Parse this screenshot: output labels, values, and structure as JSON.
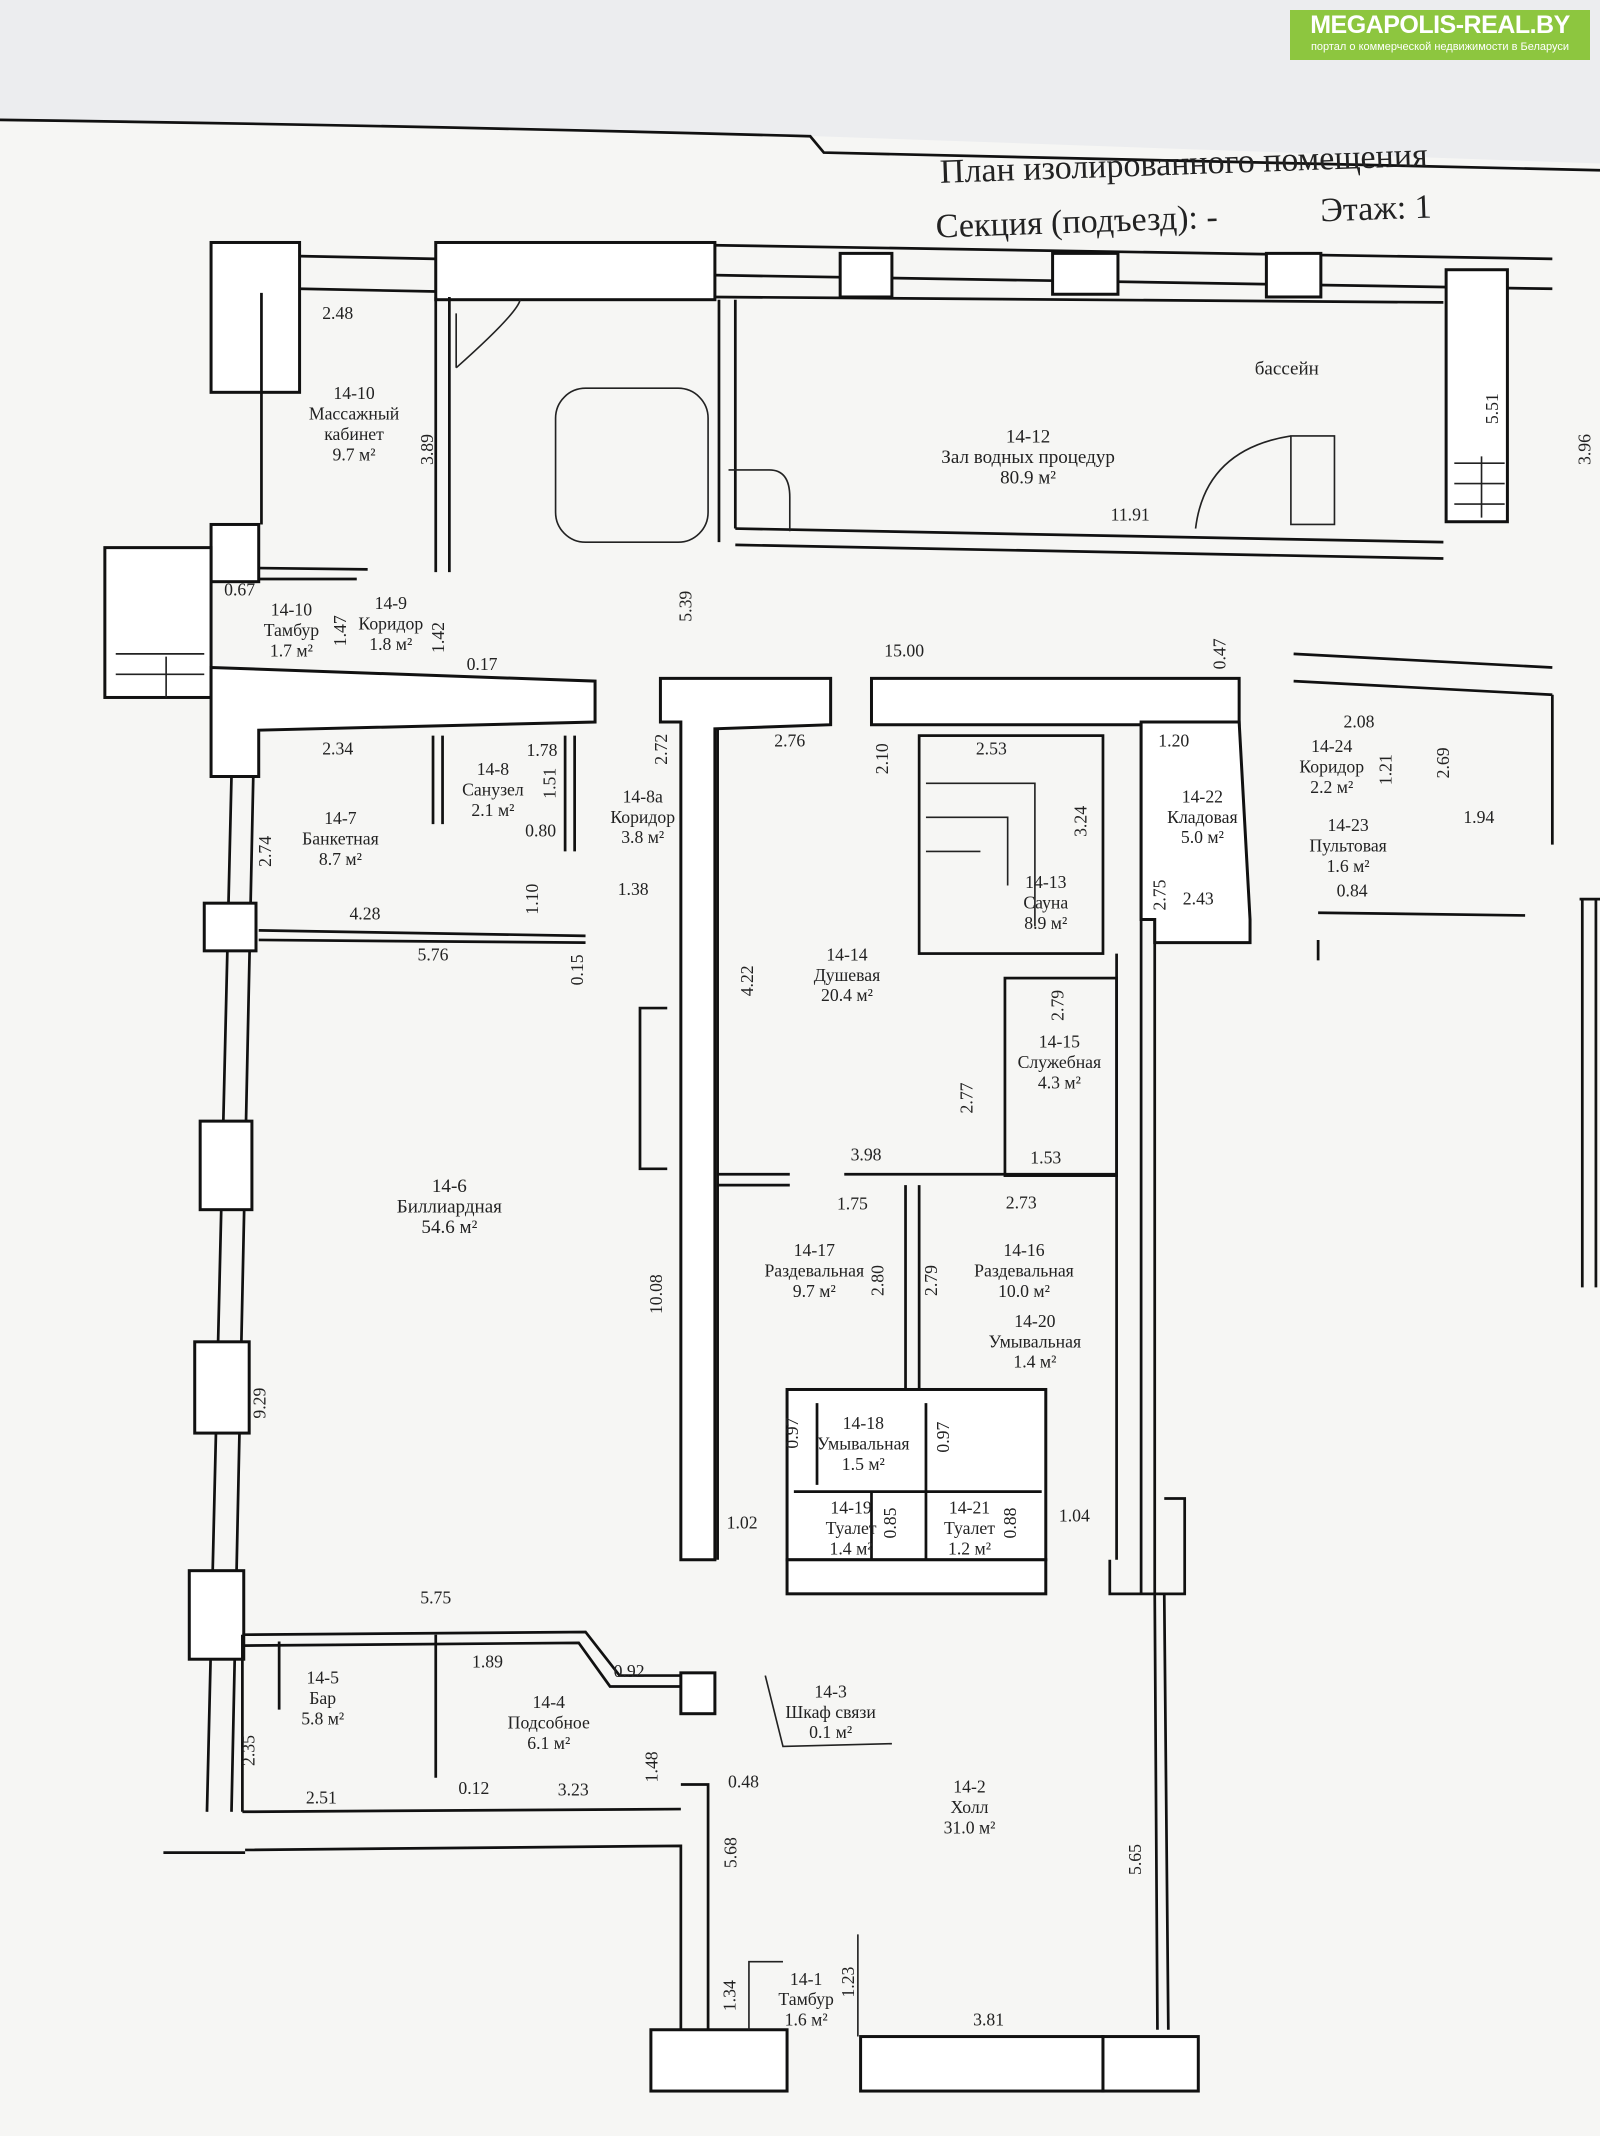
{
  "watermark": {
    "brand": "MEGAPOLIS-REAL.BY",
    "tagline": "портал о коммерческой недвижимости в Беларуси",
    "color": "#8dc63f"
  },
  "title": {
    "line1": "План изолированного помещения",
    "section": "Секция (подъезд): -",
    "floor": "Этаж: 1"
  },
  "labels": {
    "pool": "бассейн"
  },
  "rooms": [
    {
      "id": "14-10",
      "name": "Массажный",
      "name2": "кабинет",
      "area": "9.7 м²"
    },
    {
      "id": "14-12",
      "name": "Зал водных процедур",
      "area": "80.9 м²"
    },
    {
      "id": "14-10",
      "name": "Тамбур",
      "area": "1.7 м²"
    },
    {
      "id": "14-9",
      "name": "Коридор",
      "area": "1.8 м²"
    },
    {
      "id": "14-8",
      "name": "Санузел",
      "area": "2.1 м²"
    },
    {
      "id": "14-7",
      "name": "Банкетная",
      "area": "8.7 м²"
    },
    {
      "id": "14-8а",
      "name": "Коридор",
      "area": "3.8 м²"
    },
    {
      "id": "14-14",
      "name": "Душевая",
      "area": "20.4 м²"
    },
    {
      "id": "14-13",
      "name": "Сауна",
      "area": "8.9 м²"
    },
    {
      "id": "14-22",
      "name": "Кладовая",
      "area": "5.0 м²"
    },
    {
      "id": "14-24",
      "name": "Коридор",
      "area": "2.2 м²"
    },
    {
      "id": "14-23",
      "name": "Пультовая",
      "area": "1.6 м²"
    },
    {
      "id": "14-15",
      "name": "Служебная",
      "area": "4.3 м²"
    },
    {
      "id": "14-6",
      "name": "Биллиардная",
      "area": "54.6 м²"
    },
    {
      "id": "14-17",
      "name": "Раздевальная",
      "area": "9.7 м²"
    },
    {
      "id": "14-16",
      "name": "Раздевальная",
      "area": "10.0 м²"
    },
    {
      "id": "14-20",
      "name": "Умывальная",
      "area": "1.4 м²"
    },
    {
      "id": "14-18",
      "name": "Умывальная",
      "area": "1.5 м²"
    },
    {
      "id": "14-19",
      "name": "Туалет",
      "area": "1.4 м²"
    },
    {
      "id": "14-21",
      "name": "Туалет",
      "area": "1.2 м²"
    },
    {
      "id": "14-5",
      "name": "Бар",
      "area": "5.8 м²"
    },
    {
      "id": "14-4",
      "name": "Подсобное",
      "area": "6.1 м²"
    },
    {
      "id": "14-3",
      "name": "Шкаф связи",
      "area": "0.1 м²"
    },
    {
      "id": "14-2",
      "name": "Холл",
      "area": "31.0 м²"
    },
    {
      "id": "14-1",
      "name": "Тамбур",
      "area": "1.6 м²"
    }
  ],
  "dimensions": [
    "2.48",
    "3.89",
    "0.67",
    "1.47",
    "1.42",
    "0.17",
    "5.39",
    "15.00",
    "0.47",
    "11.91",
    "5.51",
    "3.96",
    "2.34",
    "1.78",
    "1.51",
    "0.80",
    "2.72",
    "2.76",
    "2.53",
    "2.10",
    "3.24",
    "1.20",
    "2.08",
    "1.21",
    "2.69",
    "1.94",
    "2.74",
    "2.75",
    "2.43",
    "0.84",
    "1.38",
    "1.10",
    "4.28",
    "5.76",
    "0.15",
    "4.22",
    "2.79",
    "2.77",
    "1.53",
    "3.98",
    "1.75",
    "2.73",
    "2.80",
    "2.79",
    "10.08",
    "9.29",
    "0.97",
    "0.97",
    "0.85",
    "0.88",
    "1.02",
    "1.04",
    "5.75",
    "1.89",
    "0.92",
    "2.35",
    "2.51",
    "0.12",
    "3.23",
    "1.48",
    "0.48",
    "5.68",
    "5.65",
    "1.34",
    "1.23",
    "3.81"
  ]
}
